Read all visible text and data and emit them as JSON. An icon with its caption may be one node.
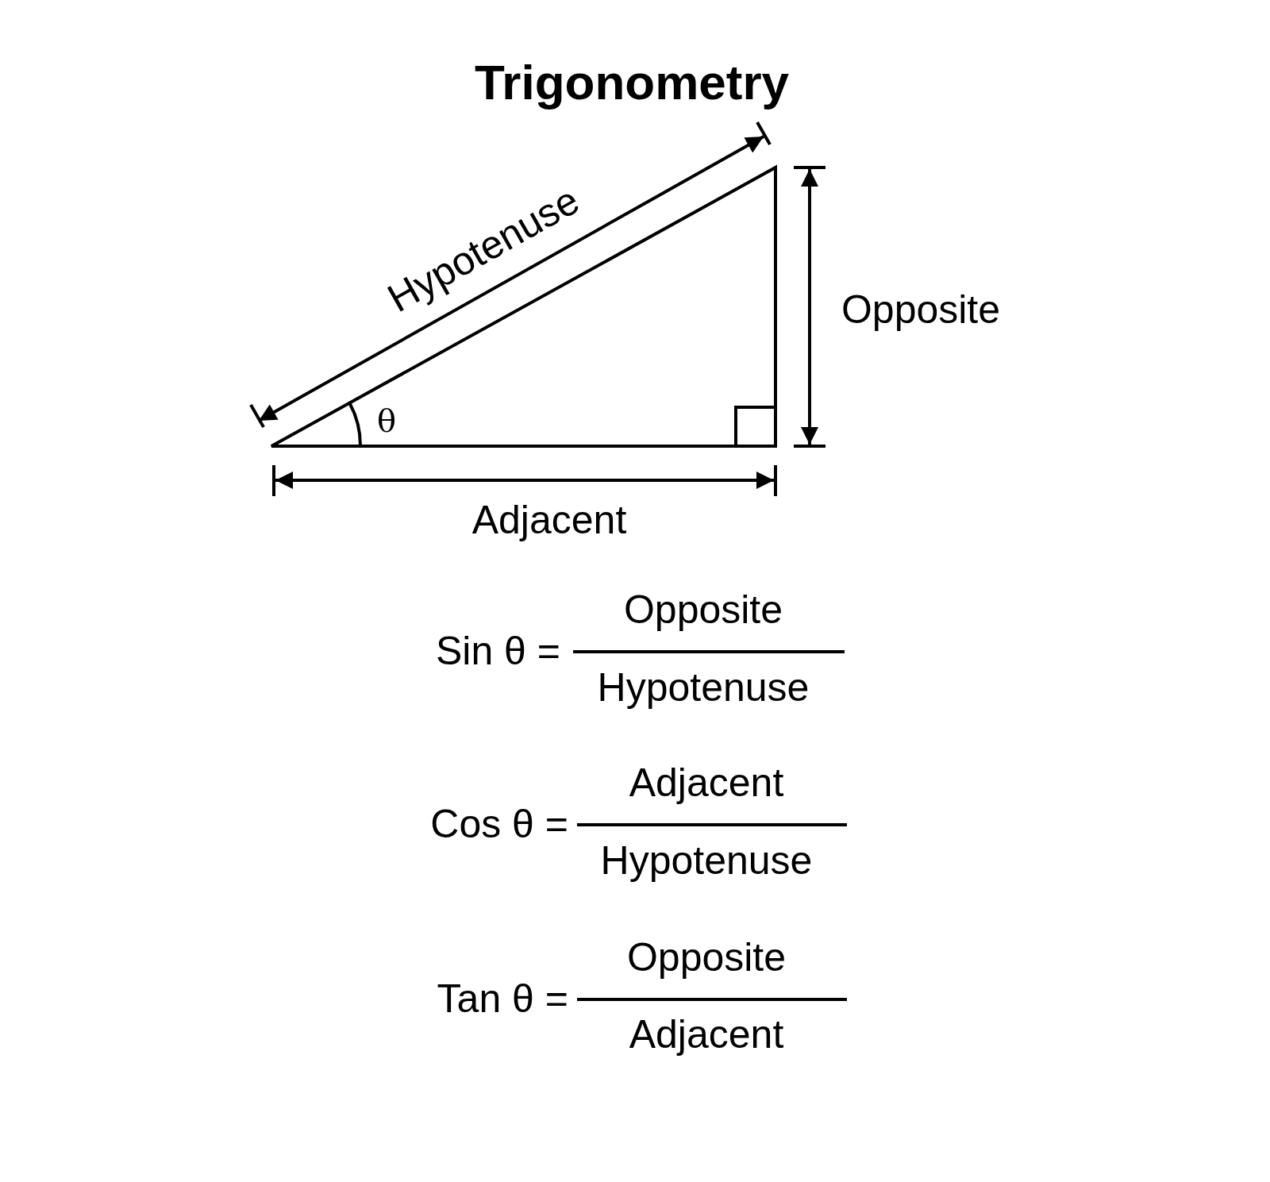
{
  "diagram": {
    "title": "Trigonometry",
    "labels": [
      "Hypotenuse",
      "Opposite",
      "θ",
      "Adjacent",
      "Sin θ =",
      "Opposite",
      "Hypotenuse",
      "Cos θ =",
      "Adjacent",
      "Hypotenuse",
      "Tan θ =",
      "Opposite",
      "Adjacent"
    ]
  }
}
